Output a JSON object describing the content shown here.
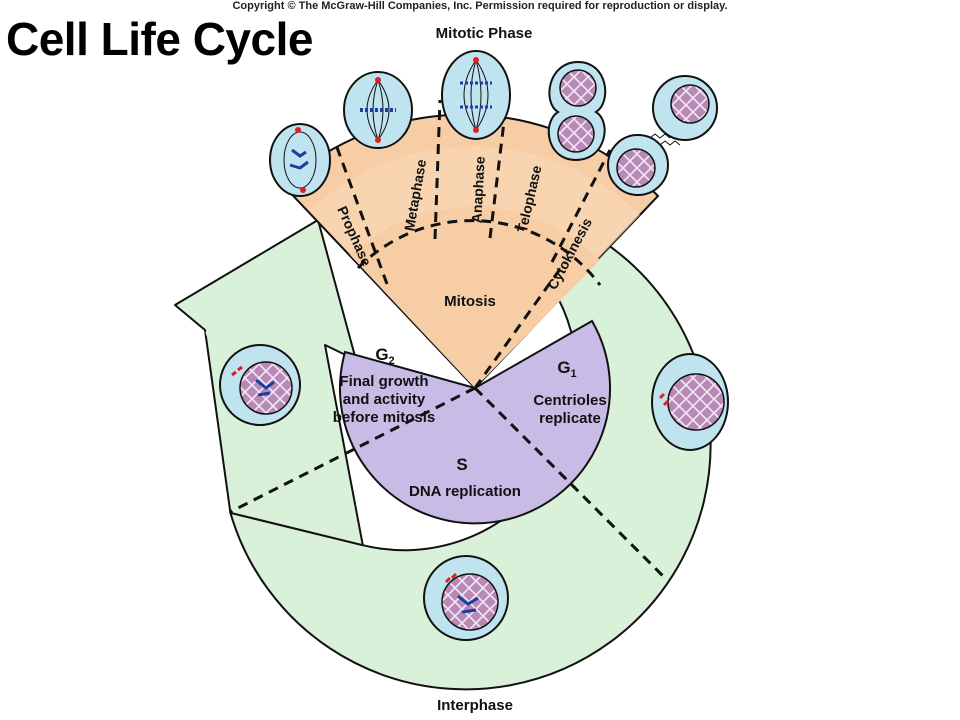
{
  "copyright": "Copyright © The McGraw-Hill Companies, Inc. Permission required for reproduction or display.",
  "title": "Cell Life Cycle",
  "mitotic_phase_label": "Mitotic Phase",
  "interphase_label": "Interphase",
  "stages": {
    "prophase": "Prophase",
    "metaphase": "Metaphase",
    "anaphase": "Anaphase",
    "telophase": "Telophase",
    "cytokinesis": "Cytokinesis",
    "mitosis": "Mitosis"
  },
  "g2": {
    "letter": "G",
    "sub": "2",
    "line1": "Final growth",
    "line2": "and activity",
    "line3": "before mitosis"
  },
  "g1": {
    "letter": "G",
    "sub": "1",
    "line1": "Centrioles",
    "line2": "replicate"
  },
  "s": {
    "letter": "S",
    "line1": "DNA replication"
  },
  "colors": {
    "ring": "#d9f0d9",
    "inner": "#c8bce6",
    "mitosis": "#f7cda6",
    "cell": "#bfe3ef",
    "nucleus": "#a77aa8",
    "outline": "#111111"
  }
}
